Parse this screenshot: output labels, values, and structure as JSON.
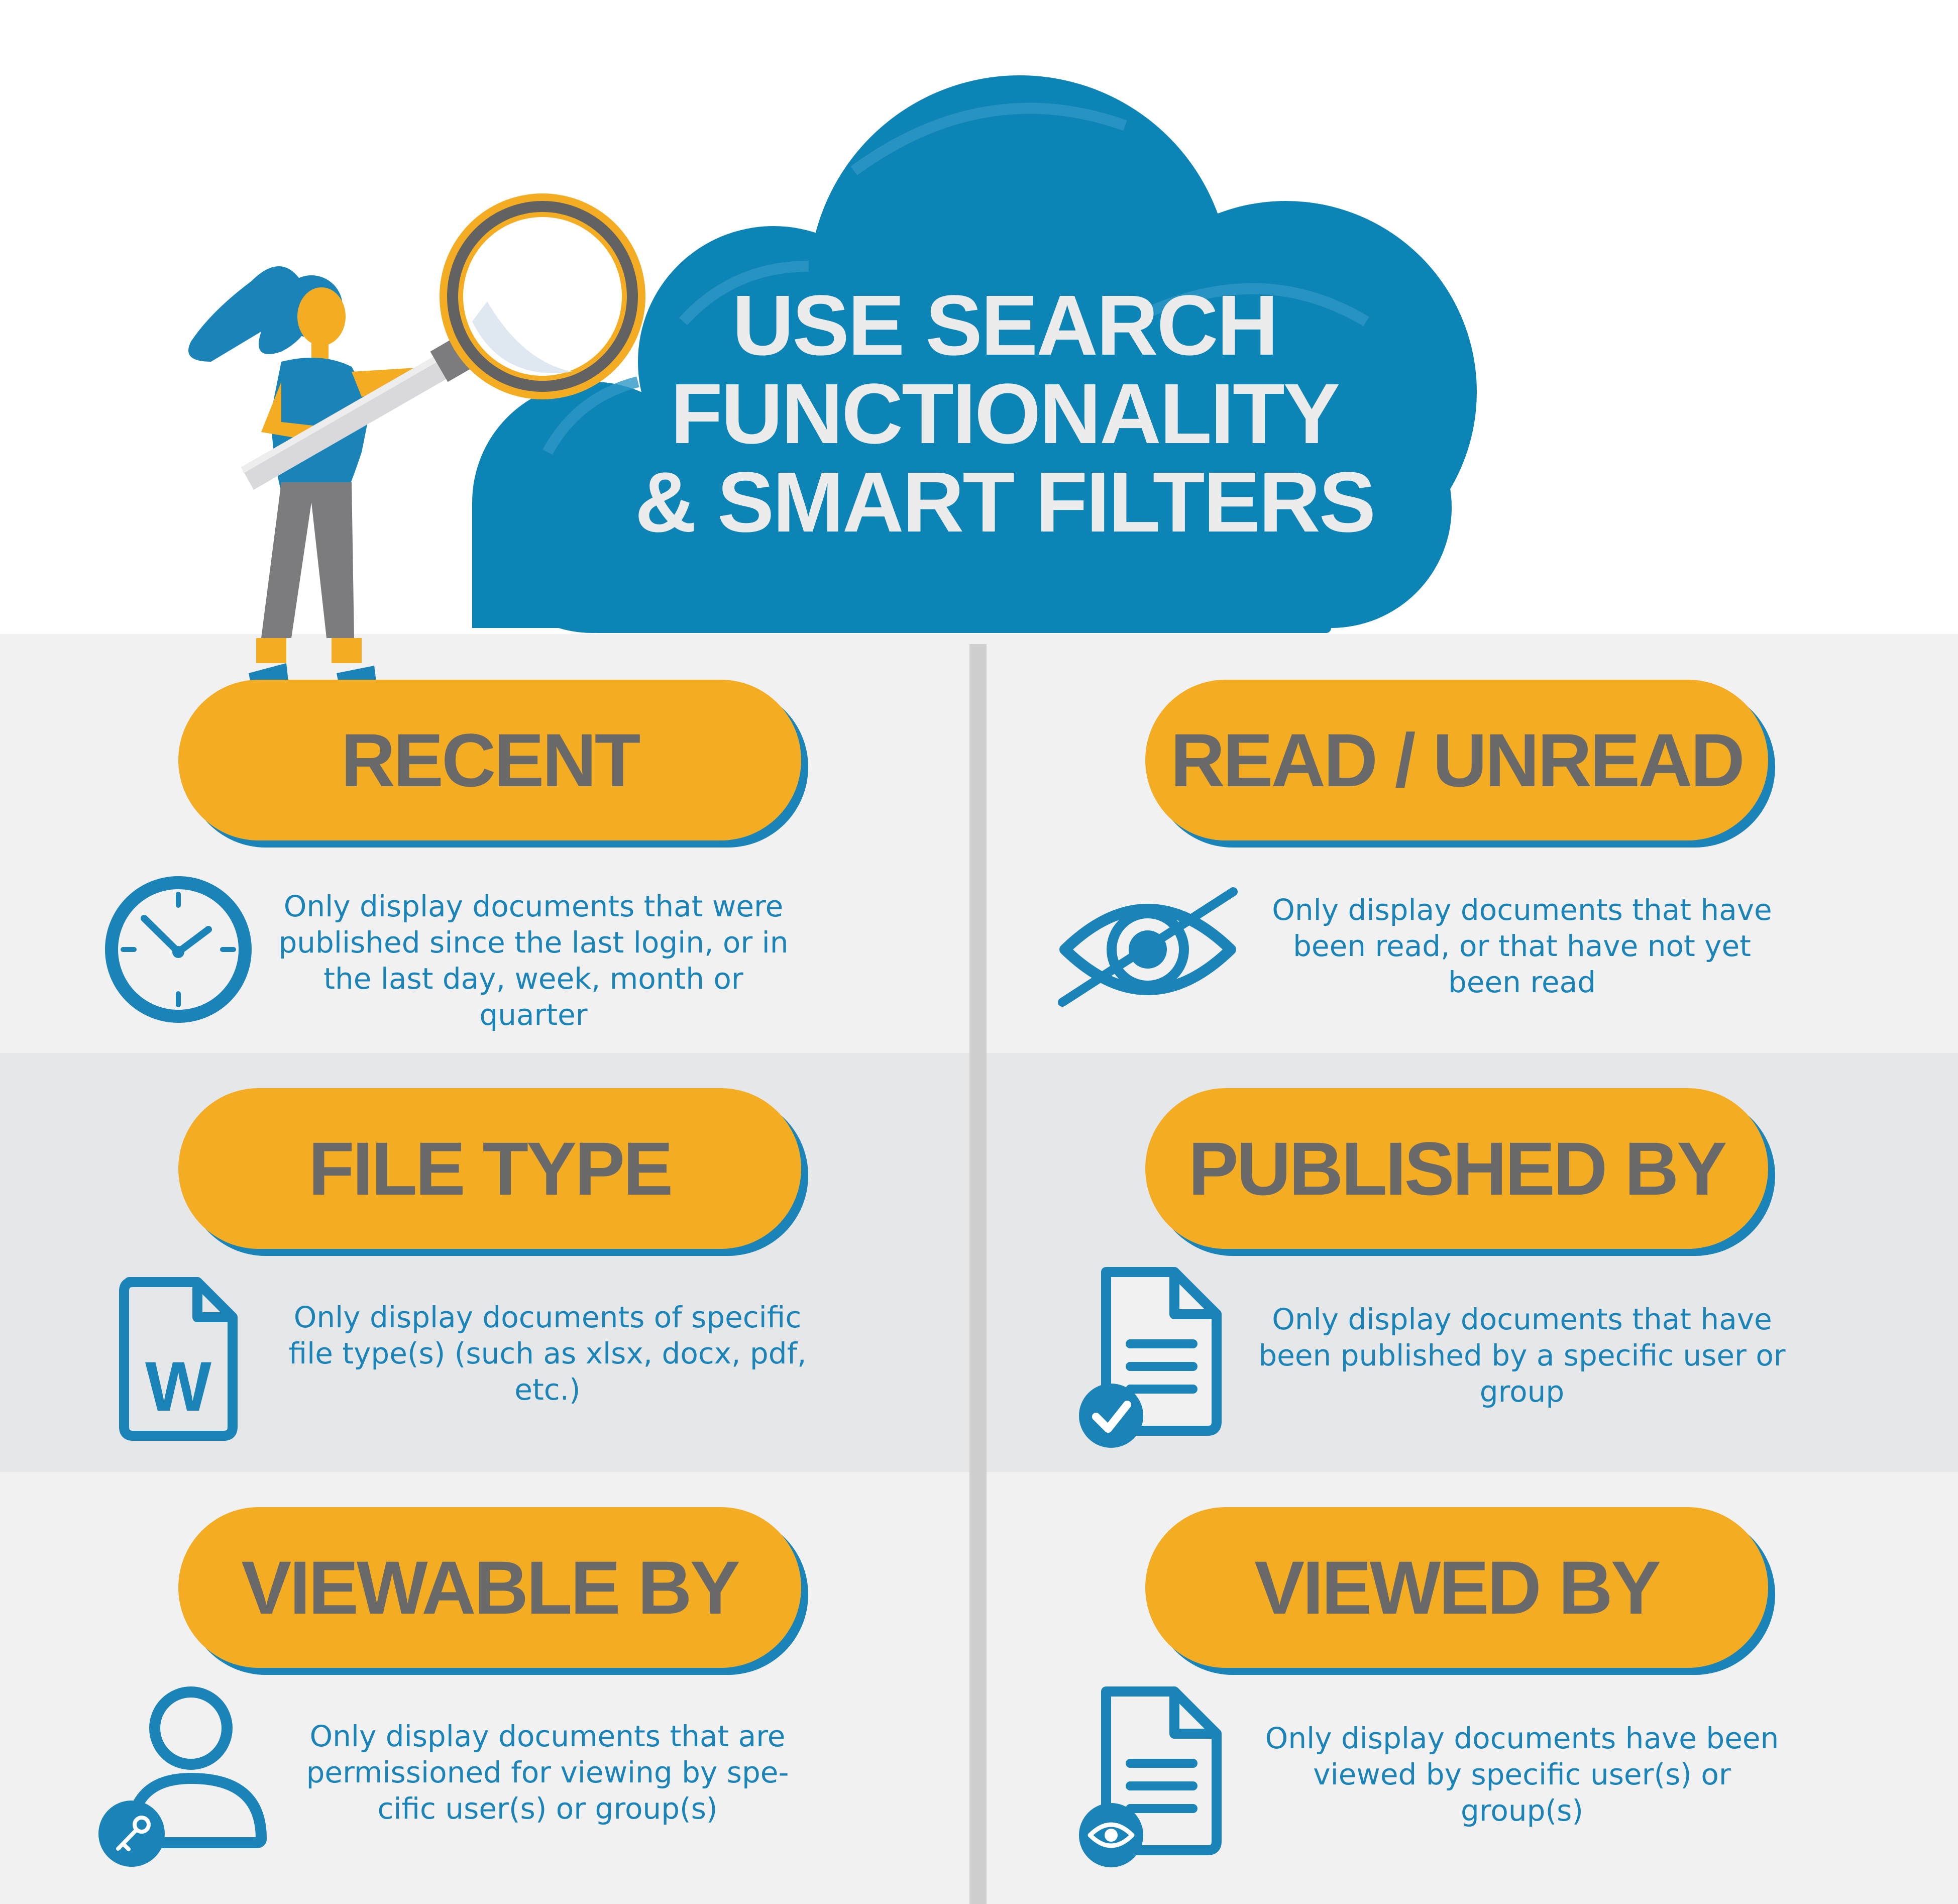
{
  "title": {
    "line1": "USE SEARCH",
    "line2": "FUNCTIONALITY",
    "line3": "& SMART FILTERS"
  },
  "colors": {
    "cloud_blue": "#0c84b6",
    "accent_blue": "#1a84b8",
    "pill_orange": "#f4ad22",
    "pill_text_gray": "#696969",
    "band_light": "#f1f1f2",
    "band_mid": "#e6e7e8",
    "title_text": "#ececec"
  },
  "filters": [
    {
      "label": "RECENT",
      "icon": "clock-icon",
      "description": "Only display documents that were published since the last login, or in the last day, week, month or quarter"
    },
    {
      "label": "READ / UNREAD",
      "icon": "eye-slash-icon",
      "description": "Only display documents that have been read, or that have not yet been read"
    },
    {
      "label": "FILE TYPE",
      "icon": "word-file-icon",
      "description": "Only display documents of specific file type(s) (such as xlsx, docx, pdf, etc.)"
    },
    {
      "label": "PUBLISHED BY",
      "icon": "document-check-icon",
      "description": "Only display documents that have been published by a specific user or group"
    },
    {
      "label": "VIEWABLE BY",
      "icon": "user-key-icon",
      "description": "Only display documents that are permissioned for viewing by spe-cific user(s) or group(s)"
    },
    {
      "label": "VIEWED BY",
      "icon": "document-eye-icon",
      "description": "Only display documents have been viewed by specific user(s) or group(s)"
    }
  ],
  "icons": {
    "word_letter": "W",
    "hero": "woman-with-magnifier-illustration"
  }
}
